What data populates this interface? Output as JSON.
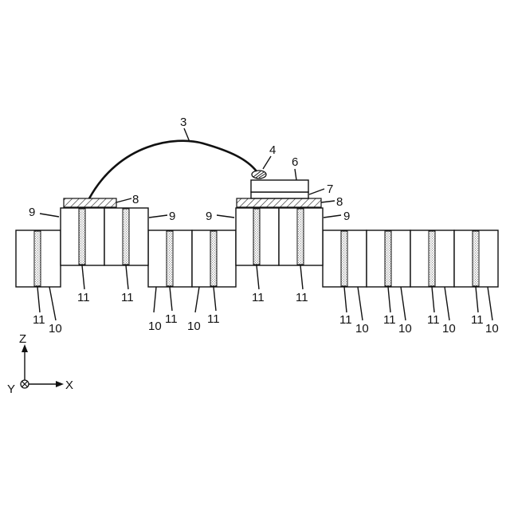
{
  "labels": {
    "wire": "3",
    "bump": "4",
    "chip": "6",
    "layer7": "7",
    "pad8": "8",
    "step9": "9",
    "block10": "10",
    "via11": "11"
  },
  "axes": {
    "z": "Z",
    "y": "Y",
    "x": "X"
  }
}
